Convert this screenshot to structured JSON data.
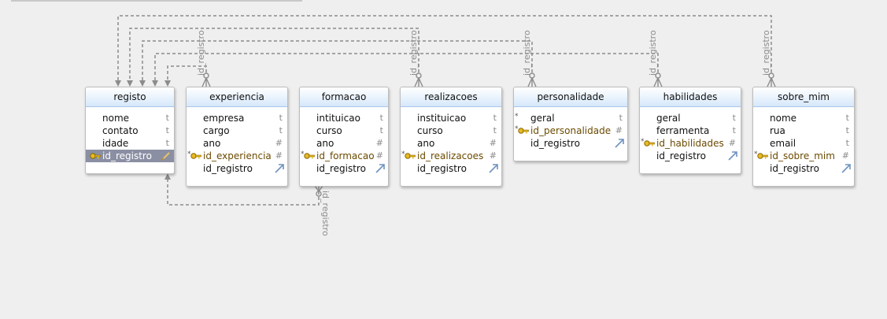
{
  "relation_label": "id_registro",
  "tables": [
    {
      "name": "registo",
      "fields": [
        {
          "name": "nome",
          "type": "t"
        },
        {
          "name": "contato",
          "type": "t"
        },
        {
          "name": "idade",
          "type": "t"
        },
        {
          "name": "id_registro",
          "type": "",
          "key": true,
          "selected": true
        }
      ]
    },
    {
      "name": "experiencia",
      "fields": [
        {
          "name": "empresa",
          "type": "t"
        },
        {
          "name": "cargo",
          "type": "t"
        },
        {
          "name": "ano",
          "type": "#"
        },
        {
          "name": "id_experiencia",
          "type": "#",
          "key": true,
          "required": true
        },
        {
          "name": "id_registro",
          "type": "",
          "fk": true
        }
      ]
    },
    {
      "name": "formacao",
      "fields": [
        {
          "name": "intituicao",
          "type": "t"
        },
        {
          "name": "curso",
          "type": "t"
        },
        {
          "name": "ano",
          "type": "#"
        },
        {
          "name": "id_formacao",
          "type": "#",
          "key": true,
          "required": true
        },
        {
          "name": "id_registro",
          "type": "",
          "fk": true
        }
      ]
    },
    {
      "name": "realizacoes",
      "fields": [
        {
          "name": "instituicao",
          "type": "t"
        },
        {
          "name": "curso",
          "type": "t"
        },
        {
          "name": "ano",
          "type": "#"
        },
        {
          "name": "id_realizacoes",
          "type": "#",
          "key": true,
          "required": true
        },
        {
          "name": "id_registro",
          "type": "",
          "fk": true
        }
      ]
    },
    {
      "name": "personalidade",
      "fields": [
        {
          "name": "geral",
          "type": "t",
          "required": true
        },
        {
          "name": "id_personalidade",
          "type": "#",
          "key": true,
          "required": true
        },
        {
          "name": "id_registro",
          "type": "",
          "fk": true
        }
      ]
    },
    {
      "name": "habilidades",
      "fields": [
        {
          "name": "geral",
          "type": "t"
        },
        {
          "name": "ferramenta",
          "type": "t"
        },
        {
          "name": "id_habilidades",
          "type": "#",
          "key": true,
          "required": true
        },
        {
          "name": "id_registro",
          "type": "",
          "fk": true
        }
      ]
    },
    {
      "name": "sobre_mim",
      "fields": [
        {
          "name": "nome",
          "type": "t"
        },
        {
          "name": "rua",
          "type": "t"
        },
        {
          "name": "email",
          "type": "t"
        },
        {
          "name": "id_sobre_mim",
          "type": "#",
          "key": true,
          "required": true
        },
        {
          "name": "id_registro",
          "type": "",
          "fk": true
        }
      ]
    }
  ]
}
